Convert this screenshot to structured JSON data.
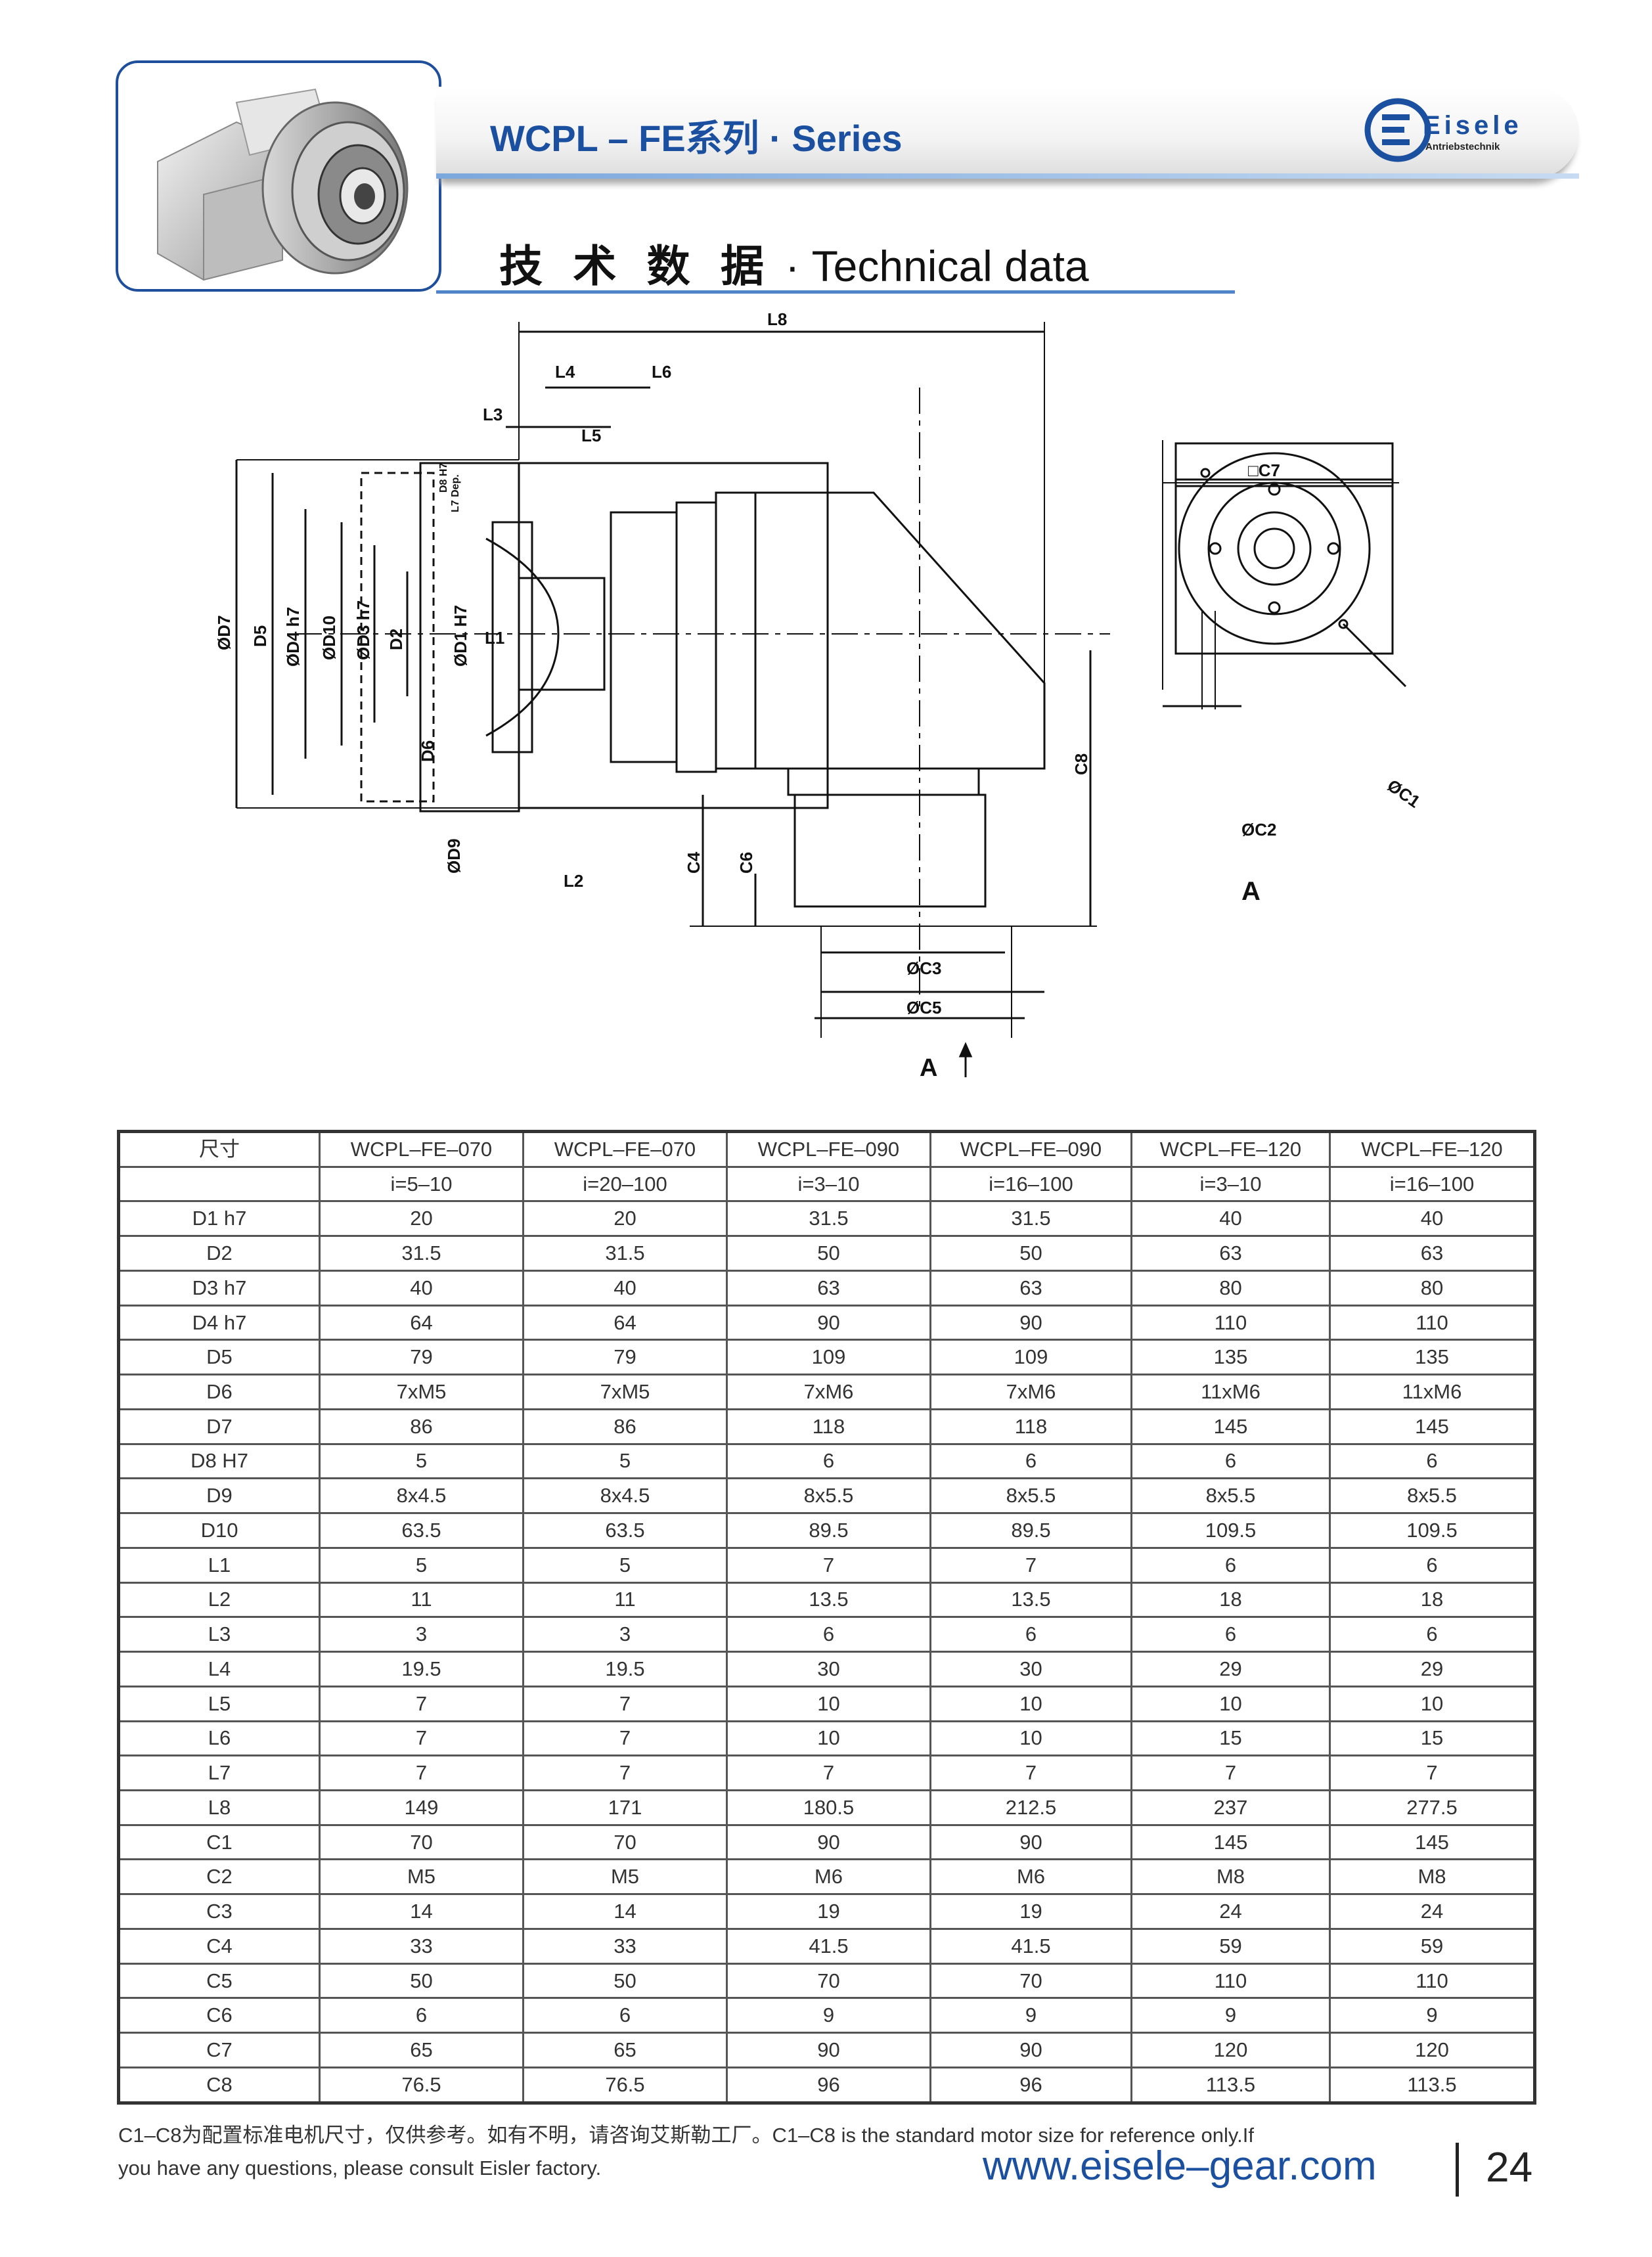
{
  "header": {
    "series_title": "WCPL – FE系列 ·  Series",
    "section_title_zh": "技 术 数 据",
    "section_title_sep": " · ",
    "section_title_en": "Technical data",
    "logo_text": "Eisele",
    "logo_subtext": "Antriebstechnik",
    "brand_color": "#1b4fa0"
  },
  "drawing": {
    "dim_labels": [
      "L8",
      "L4",
      "L6",
      "L3",
      "L5",
      "D8 H7",
      "L7 Dep.",
      "ØD7",
      "D5",
      "ØD4 h7",
      "ØD10",
      "ØD3 h7",
      "D2",
      "ØD1 H7",
      "L1",
      "D6",
      "ØD9",
      "L2",
      "C4",
      "C6",
      "C8",
      "ØC3",
      "ØC5",
      "A",
      "□C7",
      "ØC1",
      "ØC2",
      "A"
    ]
  },
  "table": {
    "header_label": "尺寸",
    "models": [
      "WCPL–FE–070",
      "WCPL–FE–070",
      "WCPL–FE–090",
      "WCPL–FE–090",
      "WCPL–FE–120",
      "WCPL–FE–120"
    ],
    "ratios": [
      "i=5–10",
      "i=20–100",
      "i=3–10",
      "i=16–100",
      "i=3–10",
      "i=16–100"
    ],
    "rows": [
      {
        "label": "D1 h7",
        "values": [
          "20",
          "20",
          "31.5",
          "31.5",
          "40",
          "40"
        ]
      },
      {
        "label": "D2",
        "values": [
          "31.5",
          "31.5",
          "50",
          "50",
          "63",
          "63"
        ]
      },
      {
        "label": "D3 h7",
        "values": [
          "40",
          "40",
          "63",
          "63",
          "80",
          "80"
        ]
      },
      {
        "label": "D4 h7",
        "values": [
          "64",
          "64",
          "90",
          "90",
          "110",
          "110"
        ]
      },
      {
        "label": "D5",
        "values": [
          "79",
          "79",
          "109",
          "109",
          "135",
          "135"
        ]
      },
      {
        "label": "D6",
        "values": [
          "7xM5",
          "7xM5",
          "7xM6",
          "7xM6",
          "11xM6",
          "11xM6"
        ]
      },
      {
        "label": "D7",
        "values": [
          "86",
          "86",
          "118",
          "118",
          "145",
          "145"
        ]
      },
      {
        "label": "D8 H7",
        "values": [
          "5",
          "5",
          "6",
          "6",
          "6",
          "6"
        ]
      },
      {
        "label": "D9",
        "values": [
          "8x4.5",
          "8x4.5",
          "8x5.5",
          "8x5.5",
          "8x5.5",
          "8x5.5"
        ]
      },
      {
        "label": "D10",
        "values": [
          "63.5",
          "63.5",
          "89.5",
          "89.5",
          "109.5",
          "109.5"
        ]
      },
      {
        "label": "L1",
        "values": [
          "5",
          "5",
          "7",
          "7",
          "6",
          "6"
        ]
      },
      {
        "label": "L2",
        "values": [
          "11",
          "11",
          "13.5",
          "13.5",
          "18",
          "18"
        ]
      },
      {
        "label": "L3",
        "values": [
          "3",
          "3",
          "6",
          "6",
          "6",
          "6"
        ]
      },
      {
        "label": "L4",
        "values": [
          "19.5",
          "19.5",
          "30",
          "30",
          "29",
          "29"
        ]
      },
      {
        "label": "L5",
        "values": [
          "7",
          "7",
          "10",
          "10",
          "10",
          "10"
        ]
      },
      {
        "label": "L6",
        "values": [
          "7",
          "7",
          "10",
          "10",
          "15",
          "15"
        ]
      },
      {
        "label": "L7",
        "values": [
          "7",
          "7",
          "7",
          "7",
          "7",
          "7"
        ]
      },
      {
        "label": "L8",
        "values": [
          "149",
          "171",
          "180.5",
          "212.5",
          "237",
          "277.5"
        ]
      },
      {
        "label": "C1",
        "values": [
          "70",
          "70",
          "90",
          "90",
          "145",
          "145"
        ]
      },
      {
        "label": "C2",
        "values": [
          "M5",
          "M5",
          "M6",
          "M6",
          "M8",
          "M8"
        ]
      },
      {
        "label": "C3",
        "values": [
          "14",
          "14",
          "19",
          "19",
          "24",
          "24"
        ]
      },
      {
        "label": "C4",
        "values": [
          "33",
          "33",
          "41.5",
          "41.5",
          "59",
          "59"
        ]
      },
      {
        "label": "C5",
        "values": [
          "50",
          "50",
          "70",
          "70",
          "110",
          "110"
        ]
      },
      {
        "label": "C6",
        "values": [
          "6",
          "6",
          "9",
          "9",
          "9",
          "9"
        ]
      },
      {
        "label": "C7",
        "values": [
          "65",
          "65",
          "90",
          "90",
          "120",
          "120"
        ]
      },
      {
        "label": "C8",
        "values": [
          "76.5",
          "76.5",
          "96",
          "96",
          "113.5",
          "113.5"
        ]
      }
    ]
  },
  "footer": {
    "note_line1": "C1–C8为配置标准电机尺寸，仅供参考。如有不明，请咨询艾斯勒工厂。C1–C8 is the standard motor size for reference only.If",
    "note_line2": "you have any questions, please consult Eisler factory.",
    "website": "www.eisele–gear.com",
    "page_number": "24"
  }
}
